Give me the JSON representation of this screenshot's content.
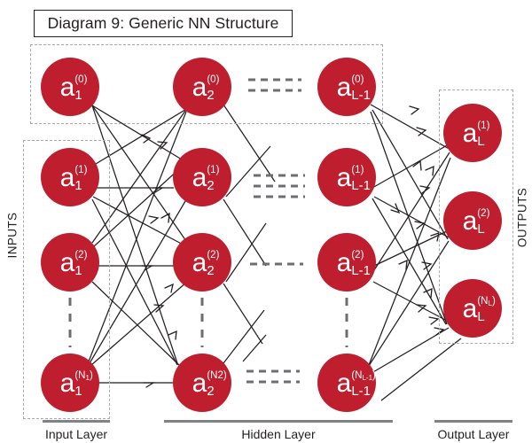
{
  "title": {
    "text": "Diagram 9: Generic NN Structure"
  },
  "side_labels": {
    "inputs": "INPUTS",
    "outputs": "OUTPUTS"
  },
  "layer_captions": [
    {
      "label": "Input Layer"
    },
    {
      "label": "Hidden Layer"
    },
    {
      "label": "Output Layer"
    }
  ],
  "colors": {
    "node_fill": "#be1e2d",
    "node_text": "#ffffff",
    "edge": "#231f20",
    "dashed_group": "#a7a9ac",
    "rule": "#808285",
    "title_border": "#231f20",
    "background": "#ffffff"
  },
  "columns": [
    {
      "name": "input-layer",
      "subscript": "1",
      "nodes": [
        {
          "base": "a",
          "sup": "(0)",
          "sub": "1"
        },
        {
          "base": "a",
          "sup": "(1)",
          "sub": "1"
        },
        {
          "base": "a",
          "sup": "(2)",
          "sub": "1"
        },
        {
          "base": "a",
          "sup": "(N",
          "sup_tiny": "1",
          "sup_close": ")",
          "sub": "1"
        }
      ]
    },
    {
      "name": "hidden-layer-2",
      "subscript": "2",
      "nodes": [
        {
          "base": "a",
          "sup": "(0)",
          "sub": "2"
        },
        {
          "base": "a",
          "sup": "(1)",
          "sub": "2"
        },
        {
          "base": "a",
          "sup": "(2)",
          "sub": "2"
        },
        {
          "base": "a",
          "sup": "(N2)",
          "sub": "2"
        }
      ]
    },
    {
      "name": "hidden-layer-l-minus-1",
      "subscript": "L-1",
      "nodes": [
        {
          "base": "a",
          "sup": "(0)",
          "sub": "L-1"
        },
        {
          "base": "a",
          "sup": "(1)",
          "sub": "L-1"
        },
        {
          "base": "a",
          "sup": "(2)",
          "sub": "L-1"
        },
        {
          "base": "a",
          "sup": "(N",
          "sup_tiny": "L-1",
          "sup_close": ")",
          "sub": "L-1"
        }
      ]
    },
    {
      "name": "output-layer",
      "subscript": "L",
      "nodes": [
        {
          "base": "a",
          "sup": "(1)",
          "sub": "L"
        },
        {
          "base": "a",
          "sup": "(2)",
          "sub": "L"
        },
        {
          "base": "a",
          "sup": "(N",
          "sup_tiny": "L",
          "sup_close": ")",
          "sub": "L"
        }
      ]
    }
  ],
  "ellipses": {
    "description": "dashed horizontal ellipsis marks between hidden columns and vertically between nodes",
    "horizontal_rows": [
      2,
      3,
      1,
      2
    ],
    "vertical_marks": 4
  },
  "geometry": {
    "node_radius": 33,
    "column_x": [
      79,
      228,
      391,
      533
    ],
    "row_y": [
      98,
      200,
      296,
      432
    ],
    "output_row_y": [
      150,
      249,
      348
    ]
  }
}
